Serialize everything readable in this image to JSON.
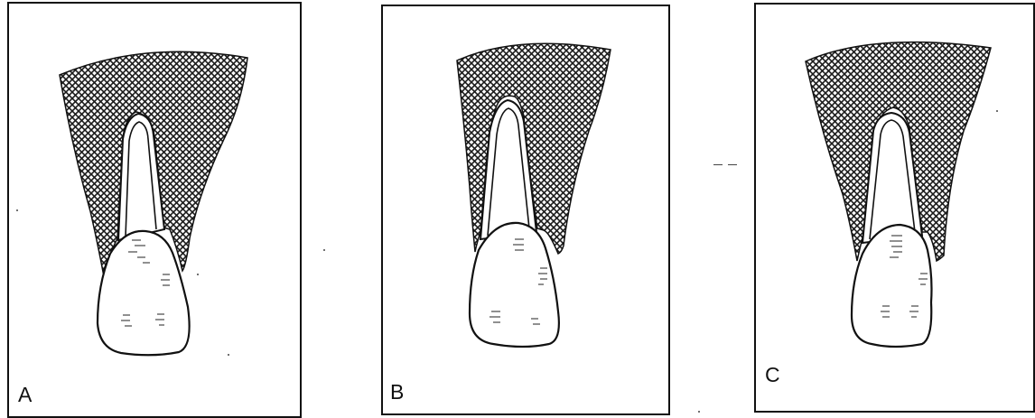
{
  "panels": [
    {
      "id": "A",
      "label": "A"
    },
    {
      "id": "B",
      "label": "B"
    },
    {
      "id": "C",
      "label": "C"
    }
  ],
  "colors": {
    "ink": "#111111",
    "hatch": "#222222",
    "paper": "#ffffff"
  }
}
